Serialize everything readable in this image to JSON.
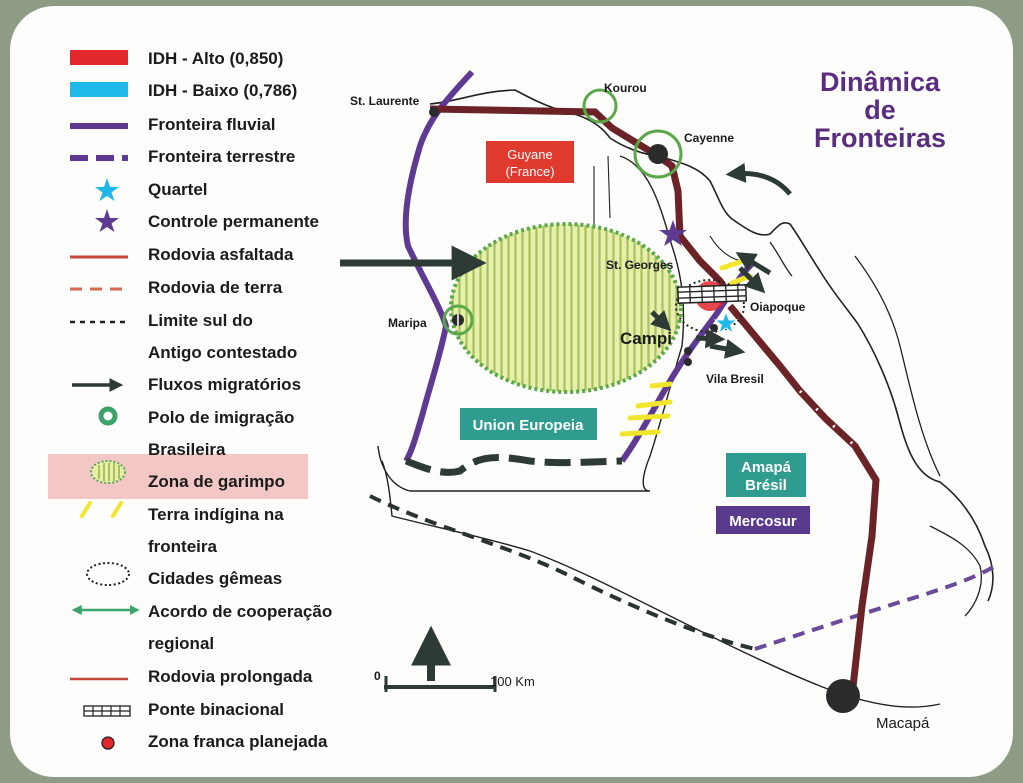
{
  "title": {
    "line1": "Dinâmica",
    "line2": "de",
    "line3": "Fronteiras"
  },
  "colors": {
    "idh_high": "#e2272d",
    "idh_low": "#1fb8e8",
    "river_border": "#5e3a92",
    "road": "#6b2328",
    "paved_road": "#c8473c",
    "dirt_road": "#d46a4d",
    "garimpo_fill": "#d9e89a",
    "garimpo_border": "#5aa84a",
    "green_box": "#2f9c8f",
    "purple_box": "#5a3a8c",
    "red_box": "#e03a2e",
    "arrow": "#2e3a35",
    "indigenous": "#f2e62d",
    "legend_highlight": "#f4c7c7"
  },
  "legend": [
    {
      "icon": "red-bar-icon",
      "label": "IDH - Alto (0,850)"
    },
    {
      "icon": "blue-bar-icon",
      "label": "IDH - Baixo (0,786)"
    },
    {
      "icon": "solid-purple-line-icon",
      "label": "Fronteira fluvial"
    },
    {
      "icon": "dashed-purple-line-icon",
      "label": "Fronteira terrestre"
    },
    {
      "icon": "blue-star-icon",
      "label": "Quartel"
    },
    {
      "icon": "purple-star-icon",
      "label": "Controle permanente"
    },
    {
      "icon": "red-line-icon",
      "label": "Rodovia asfaltada"
    },
    {
      "icon": "dashed-red-line-icon",
      "label": "Rodovia de terra"
    },
    {
      "icon": "dashed-black-line-icon",
      "label": "Limite sul do"
    },
    {
      "icon": "",
      "label": "Antigo contestado"
    },
    {
      "icon": "arrow-icon",
      "label": "Fluxos migratórios"
    },
    {
      "icon": "green-ring-icon",
      "label": "Polo de imigração"
    },
    {
      "icon": "",
      "label": "Brasileira"
    },
    {
      "icon": "garimpo-icon",
      "label": "Zona de garimpo"
    },
    {
      "icon": "yellow-dash-icon",
      "label": "Terra indígina na"
    },
    {
      "icon": "",
      "label": "fronteira"
    },
    {
      "icon": "dotted-ellipse-icon",
      "label": "Cidades gêmeas"
    },
    {
      "icon": "double-arrow-icon",
      "label": "Acordo de cooperação"
    },
    {
      "icon": "",
      "label": "regional"
    },
    {
      "icon": "red-line-icon",
      "label": "Rodovia prolongada"
    },
    {
      "icon": "bridge-icon",
      "label": "Ponte binacional"
    },
    {
      "icon": "red-dot-icon",
      "label": "Zona franca planejada"
    }
  ],
  "cities": {
    "st_laurente": "St. Laurente",
    "kourou": "Kourou",
    "cayenne": "Cayenne",
    "st_georges": "St. Georges",
    "oiapoque": "Oiapoque",
    "maripa": "Maripa",
    "campi": "Campi",
    "vila_bresil": "Vila Bresil",
    "macapa": "Macapá"
  },
  "boxes": {
    "guyane_line1": "Guyane",
    "guyane_line2": "(France)",
    "union_europeia": "Union Europeia",
    "amapa_line1": "Amapá",
    "amapa_line2": "Brésil",
    "mercosur": "Mercosur"
  },
  "scale": {
    "start": "0",
    "end": "100 Km"
  }
}
